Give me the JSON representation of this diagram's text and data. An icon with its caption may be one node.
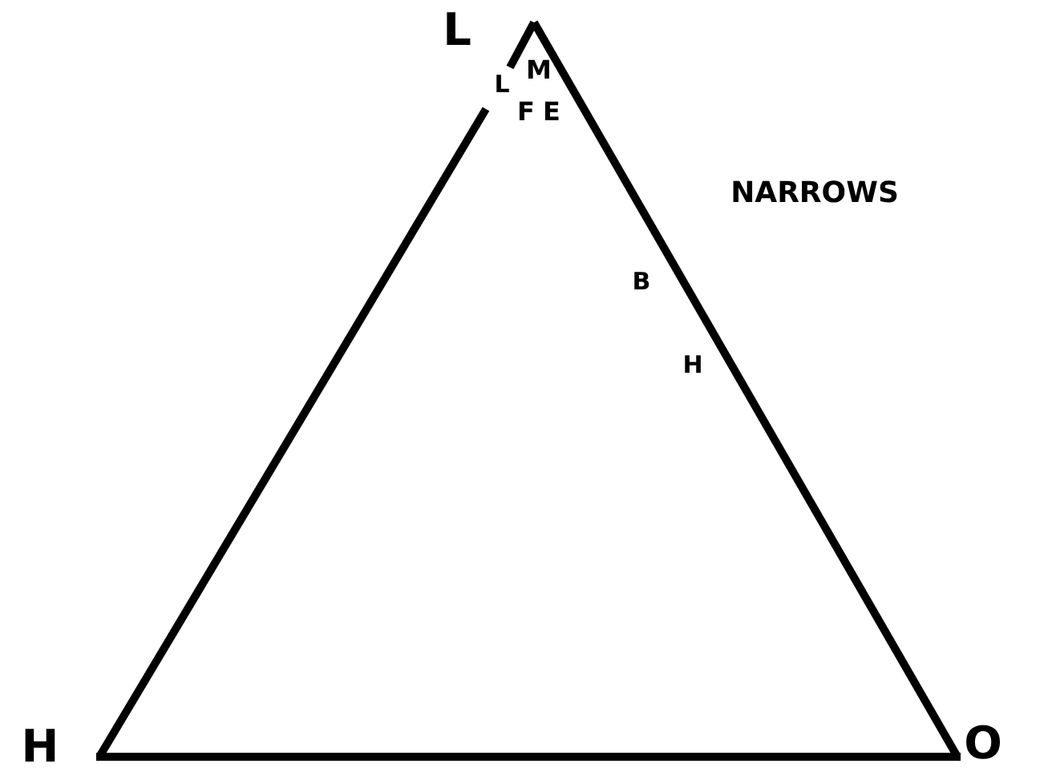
{
  "diagram": {
    "labels": [
      "L",
      "M",
      "L",
      "NARROWS",
      "F",
      "E",
      "B",
      "H",
      "H",
      "O"
    ]
  }
}
